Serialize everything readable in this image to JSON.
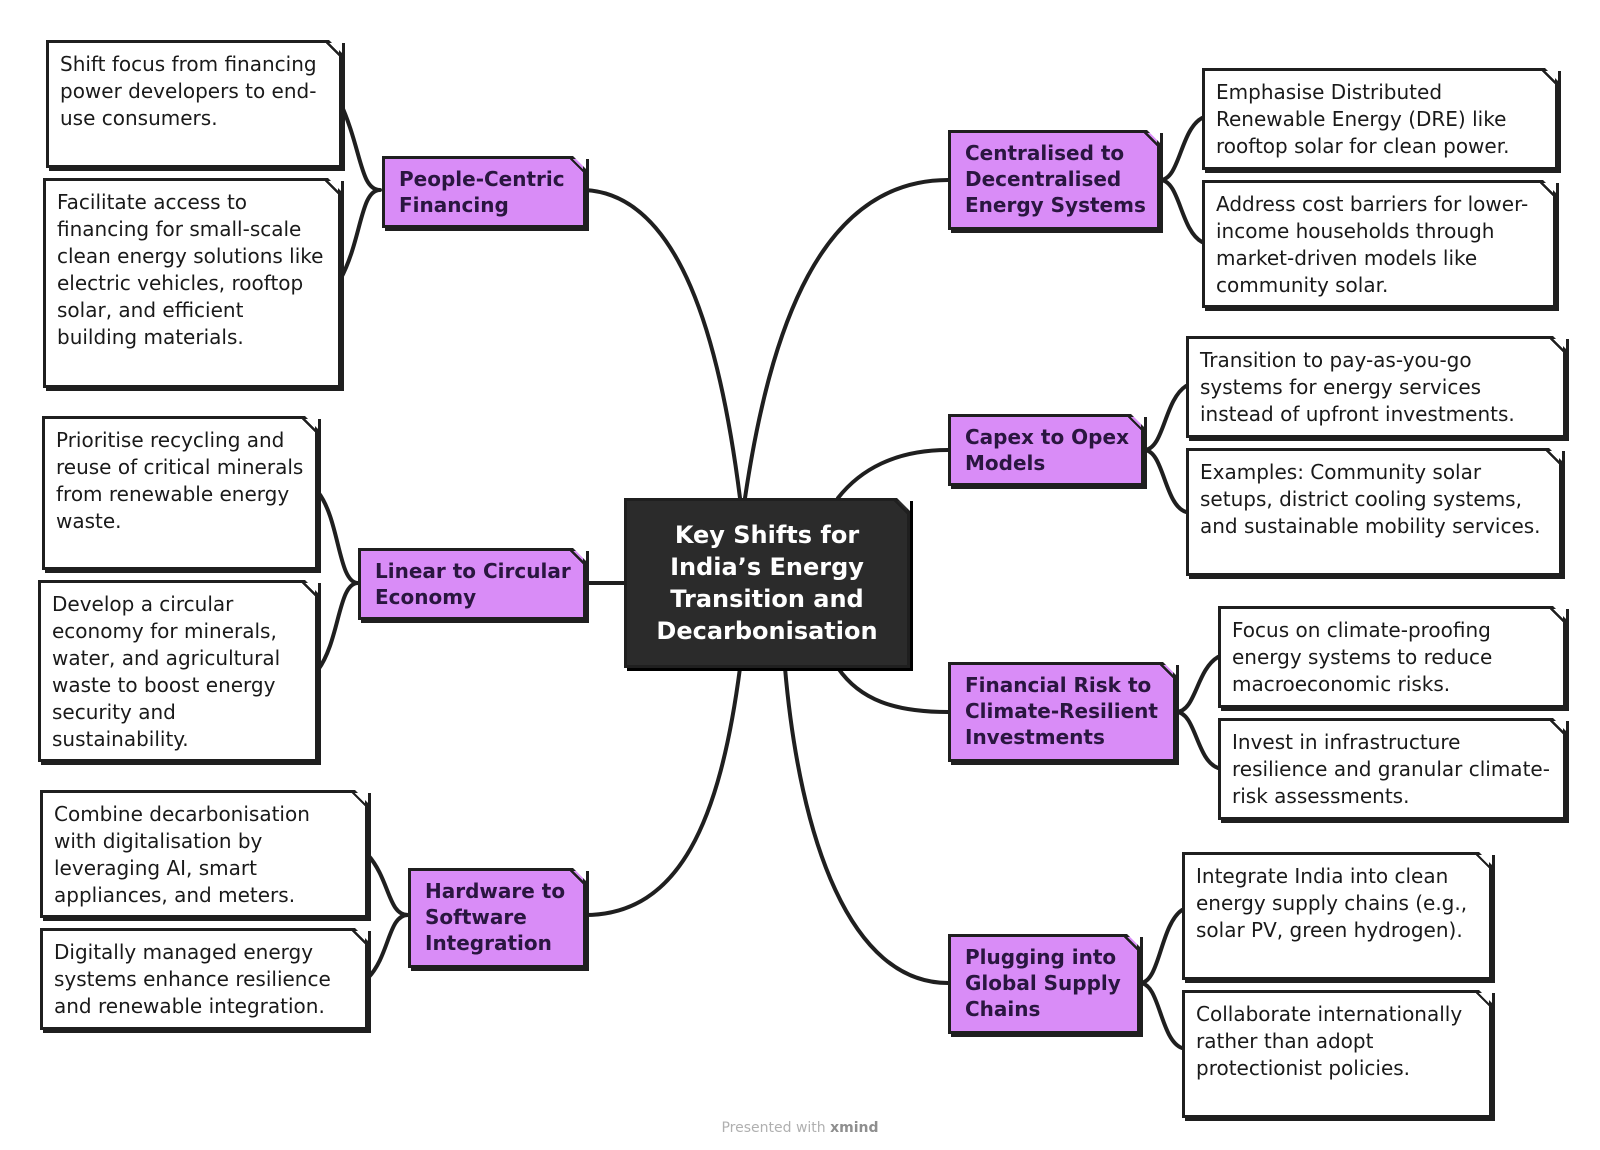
{
  "central_topic": "Key Shifts for India’s Energy Transition and Decarbonisation",
  "branches": {
    "people_centric": {
      "topic": "People-Centric Financing",
      "details": [
        "Shift focus from financing power developers to end-use consumers.",
        "Facilitate access to financing for small-scale clean energy solutions like electric vehicles, rooftop solar, and efficient building materials."
      ]
    },
    "linear_circular": {
      "topic": "Linear to Circular Economy",
      "details": [
        "Prioritise recycling and reuse of critical minerals from renewable energy waste.",
        "Develop a circular economy for minerals, water, and agricultural waste to boost energy security and sustainability."
      ]
    },
    "hardware_software": {
      "topic": "Hardware to Software Integration",
      "details": [
        "Combine decarbonisation with digitalisation by leveraging AI, smart appliances, and meters.",
        "Digitally managed energy systems enhance resilience and renewable integration."
      ]
    },
    "centralised_decentralised": {
      "topic": "Centralised to Decentralised Energy Systems",
      "details": [
        "Emphasise Distributed Renewable Energy (DRE) like rooftop solar for clean power.",
        "Address cost barriers for lower-income households through market-driven models like community solar."
      ]
    },
    "capex_opex": {
      "topic": "Capex to Opex Models",
      "details": [
        "Transition to pay-as-you-go systems for energy services instead of upfront investments.",
        "Examples: Community solar setups, district cooling systems, and sustainable mobility services."
      ]
    },
    "financial_risk": {
      "topic": "Financial Risk to Climate-Resilient Investments",
      "details": [
        "Focus on climate-proofing energy systems to reduce macroeconomic risks.",
        "Invest in infrastructure resilience and granular climate-risk assessments."
      ]
    },
    "supply_chains": {
      "topic": "Plugging into Global Supply Chains",
      "details": [
        "Integrate India into clean energy supply chains (e.g., solar PV, green hydrogen).",
        "Collaborate internationally rather than adopt protectionist policies."
      ]
    }
  },
  "footer": {
    "prefix": "Presented with",
    "brand": "xmind"
  },
  "colors": {
    "topic_fill": "#d98cf7",
    "central_fill": "#2b2b2b",
    "line": "#1f1f1f"
  }
}
